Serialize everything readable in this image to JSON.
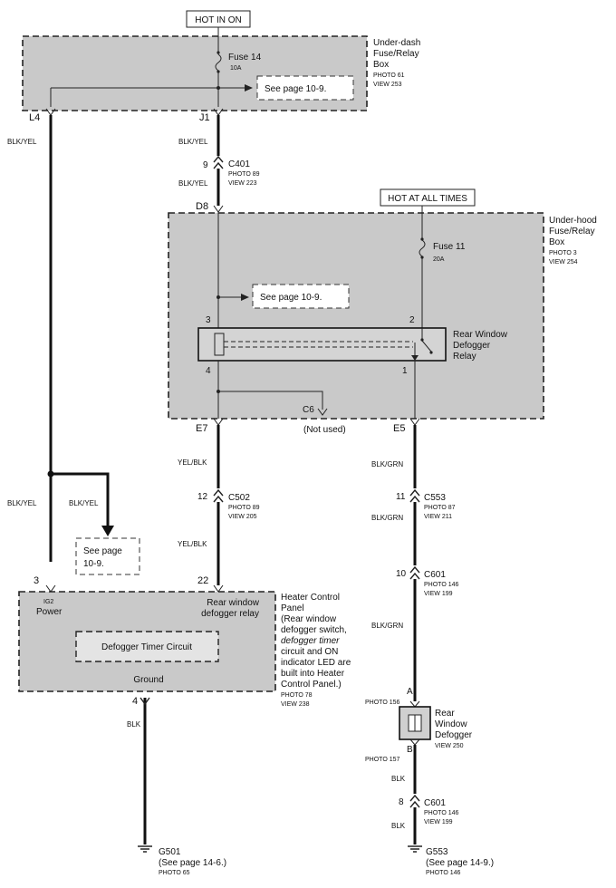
{
  "hot_in_on": "HOT IN ON",
  "hot_at_all_times": "HOT AT ALL TIMES",
  "under_dash_box": {
    "title": [
      "Under-dash",
      "Fuse/Relay",
      "Box"
    ],
    "photo": "PHOTO 61",
    "view": "VIEW 253",
    "fuse_label": "Fuse 14",
    "fuse_amp": "10A",
    "see_page": "See page 10-9."
  },
  "under_hood_box": {
    "title": [
      "Under-hood",
      "Fuse/Relay",
      "Box"
    ],
    "photo": "PHOTO 3",
    "view": "VIEW 254",
    "fuse_label": "Fuse 11",
    "fuse_amp": "20A",
    "see_page": "See page 10-9.",
    "relay_label": [
      "Rear Window",
      "Defogger",
      "Relay"
    ],
    "relay_pins": [
      "3",
      "2",
      "4",
      "1"
    ],
    "c6_label": "C6",
    "c6_note": "(Not used)"
  },
  "terminals": {
    "l4": "L4",
    "j1": "J1",
    "d8": "D8",
    "e7": "E7",
    "e5": "E5"
  },
  "wires": {
    "blk_yel": "BLK/YEL",
    "yel_blk": "YEL/BLK",
    "blk_grn": "BLK/GRN",
    "blk": "BLK"
  },
  "connectors": {
    "c401": {
      "pin": "9",
      "name": "C401",
      "photo": "PHOTO 89",
      "view": "VIEW 223"
    },
    "c502": {
      "pin": "12",
      "name": "C502",
      "photo": "PHOTO 89",
      "view": "VIEW 205"
    },
    "c553": {
      "pin": "11",
      "name": "C553",
      "photo": "PHOTO 87",
      "view": "VIEW 211"
    },
    "c601_upper": {
      "pin": "10",
      "name": "C601",
      "photo": "PHOTO 146",
      "view": "VIEW 199"
    },
    "c601_lower": {
      "pin": "8",
      "name": "C601",
      "photo": "PHOTO 146",
      "view": "VIEW 199"
    }
  },
  "left_branch": {
    "see_page": [
      "See page",
      "10-9."
    ]
  },
  "heater_panel": {
    "pin_power": "3",
    "pin_relay": "22",
    "pin_ground": "4",
    "ig2": "IG2",
    "power": "Power",
    "relay_text": [
      "Rear window",
      "defogger relay"
    ],
    "timer": "Defogger Timer Circuit",
    "ground": "Ground",
    "desc": [
      "Heater Control",
      "Panel",
      "(Rear window",
      "defogger switch,",
      "defogger timer",
      "circuit and ON",
      "indicator LED are",
      "built into Heater",
      "Control Panel.)"
    ],
    "photo": "PHOTO 78",
    "view": "VIEW 238"
  },
  "rear_defogger": {
    "pin_a": "A",
    "pin_b": "B",
    "photo_a": "PHOTO 156",
    "photo_b": "PHOTO 157",
    "label": [
      "Rear",
      "Window",
      "Defogger"
    ],
    "view": "VIEW 250"
  },
  "grounds": {
    "g501": {
      "name": "G501",
      "see": "(See page 14-6.)",
      "photo": "PHOTO 65"
    },
    "g553": {
      "name": "G553",
      "see": "(See page 14-9.)",
      "photo": "PHOTO 146"
    }
  }
}
